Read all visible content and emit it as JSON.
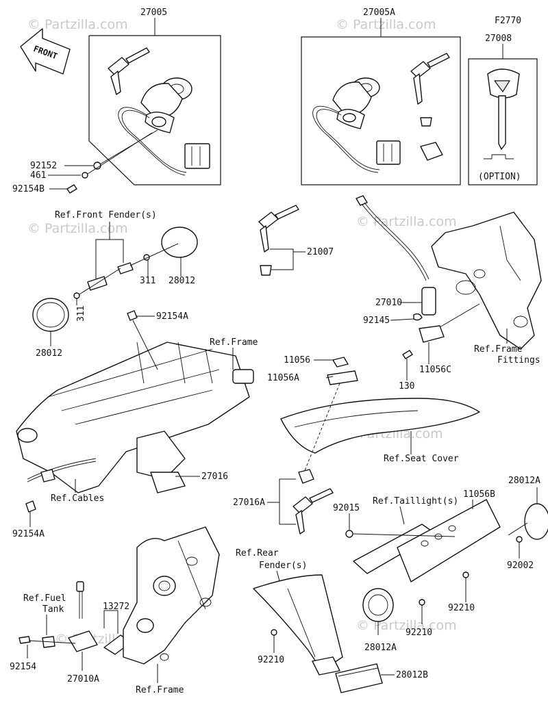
{
  "watermark": "© Partzilla.com",
  "front_arrow": "FRONT",
  "option_note": "(OPTION)",
  "diagram_code": "F2770",
  "labels": {
    "p27005": "27005",
    "p27005A": "27005A",
    "p27008": "27008",
    "p92152": "92152",
    "p461": "461",
    "p92154B": "92154B",
    "ref_front_fender": "Ref.Front Fender(s)",
    "p28012_a": "28012",
    "p311_a": "311",
    "p311_b": "311",
    "p28012_b": "28012",
    "p21007": "21007",
    "p27010": "27010",
    "p92145": "92145",
    "p130": "130",
    "p11056C": "11056C",
    "ref_frame_fittings_1": "Ref.Frame",
    "ref_frame_fittings_2": "Fittings",
    "p92154A_top": "92154A",
    "ref_frame_mid": "Ref.Frame",
    "p11056": "11056",
    "p11056A": "11056A",
    "ref_seat_cover": "Ref.Seat Cover",
    "p27016": "27016",
    "ref_cables": "Ref.Cables",
    "p92154A_bot": "92154A",
    "p27016A": "27016A",
    "p92015": "92015",
    "ref_taillight": "Ref.Taillight(s)",
    "p11056B": "11056B",
    "p28012A_top": "28012A",
    "p92002": "92002",
    "ref_rear_fender_1": "Ref.Rear",
    "ref_rear_fender_2": "Fender(s)",
    "p92210_a": "92210",
    "p92210_b": "92210",
    "p92210_c": "92210",
    "p28012A_bot": "28012A",
    "p28012B": "28012B",
    "ref_fuel_tank_1": "Ref.Fuel",
    "ref_fuel_tank_2": "Tank",
    "p13272": "13272",
    "p92154": "92154",
    "p27010A": "27010A",
    "ref_frame_bot": "Ref.Frame"
  }
}
